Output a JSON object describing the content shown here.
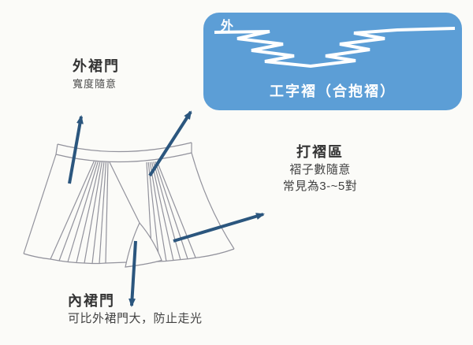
{
  "pleat_panel": {
    "corner_label": "外",
    "caption": "工字褶（合抱褶）",
    "bg_color": "#5c9ed6",
    "stroke_color": "#ffffff"
  },
  "labels": {
    "outer_door": {
      "title": "外裙門",
      "subtitle": "寬度隨意"
    },
    "pleat_area": {
      "title": "打褶區",
      "line1": "褶子數隨意",
      "line2": "常見為3-~5對"
    },
    "inner_door": {
      "title": "內裙門",
      "subtitle": "可比外裙門大，防止走光"
    }
  },
  "colors": {
    "arrow": "#2b567e",
    "sketch_line": "#92929c",
    "panel_blue": "#5c9ed6",
    "background": "#fbfbf8"
  }
}
